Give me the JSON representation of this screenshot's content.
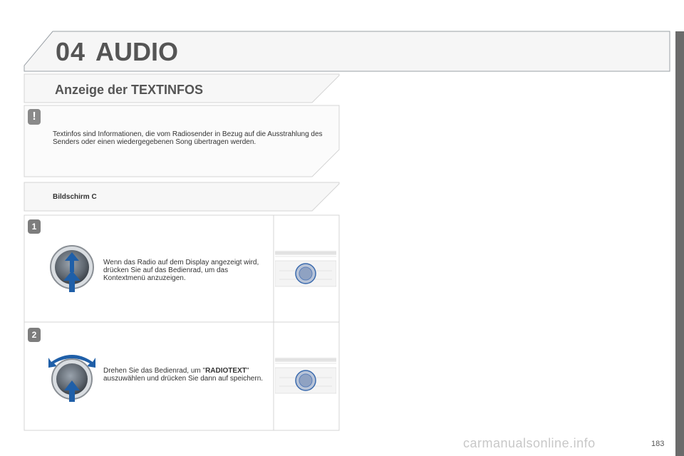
{
  "header": {
    "chapter_number": "04",
    "chapter_title": "AUDIO"
  },
  "section": {
    "title": "Anzeige der TEXTINFOS"
  },
  "note": {
    "icon": "exclamation-icon",
    "badge": "!",
    "text": "Textinfos sind Informationen, die vom Radiosender in Bezug auf die Ausstrahlung des Senders oder einen wiedergegebenen Song übertragen werden."
  },
  "subheading": "Bildschirm C",
  "steps": [
    {
      "number": "1",
      "text": "Wenn das Radio auf dem Display angezeigt wird, drücken Sie auf das Bedienrad, um das Kontextmenü anzuzeigen."
    },
    {
      "number": "2",
      "text_before": "Drehen Sie das Bedienrad, um \"",
      "highlight": "RADIOTEXT",
      "text_after": "\" auszuwählen und drücken Sie dann auf speichern."
    }
  ],
  "footer": {
    "logo_text": "carmanualsonline.info",
    "page_number": "183"
  },
  "colors": {
    "header_text": "#555555",
    "panel_border": "#d0d0d0",
    "badge": "#7d7d7d",
    "arrow_blue": "#1f5fa8",
    "side_strip": "#6b6b6b"
  }
}
